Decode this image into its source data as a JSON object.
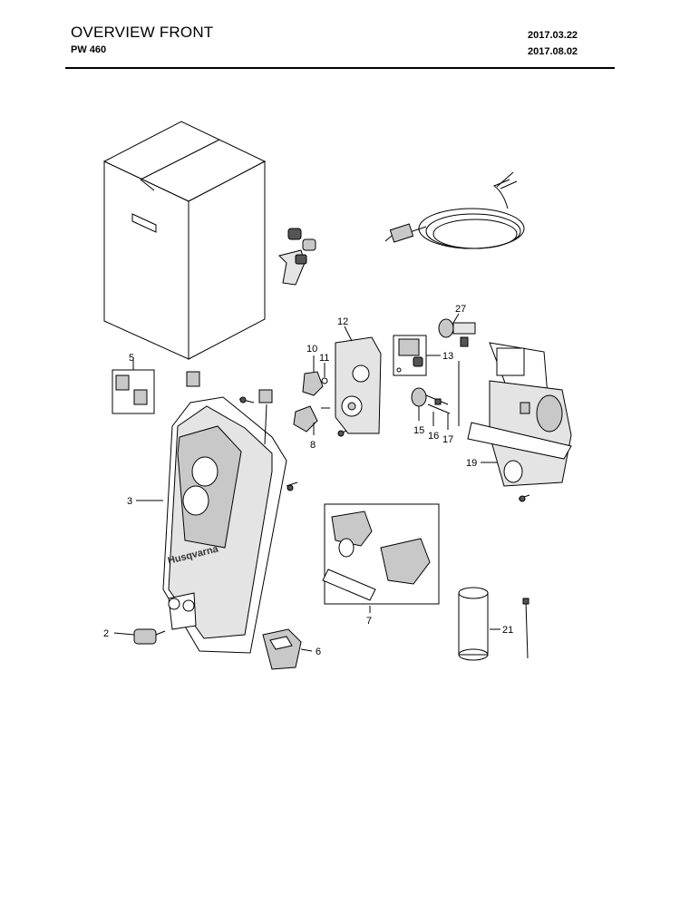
{
  "header": {
    "title": "OVERVIEW FRONT",
    "model": "PW 460",
    "date_created": "2017.03.22",
    "date_revised": "2017.08.02"
  },
  "brand_text": "Husqvarna",
  "callouts": {
    "c2": "2",
    "c3": "3",
    "c5": "5",
    "c6": "6",
    "c7": "7",
    "c8": "8",
    "c10": "10",
    "c11": "11",
    "c12": "12",
    "c13": "13",
    "c15": "15",
    "c16": "16",
    "c17": "17",
    "c19": "19",
    "c21": "21",
    "c27": "27"
  }
}
